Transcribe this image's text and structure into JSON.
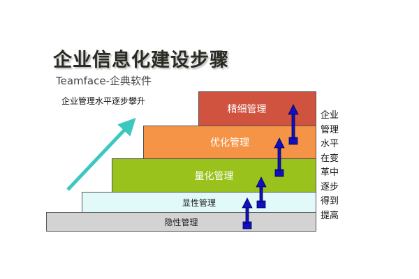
{
  "title": "企业信息化建设步骤",
  "subtitle": "Teamface-企典软件",
  "trend_label": "企业管理水平逐步攀升",
  "steps": [
    {
      "label": "隐性管理",
      "color": "#d3d3d3"
    },
    {
      "label": "显性管理",
      "color": "#e2f9f9"
    },
    {
      "label": "量化管理",
      "color": "#99c31c"
    },
    {
      "label": "优化管理",
      "color": "#f59447"
    },
    {
      "label": "精细管理",
      "color": "#d0533f"
    }
  ],
  "side_text": "企业管理水平在变革中逐步得到提高",
  "colors": {
    "arrow": "#1010c0",
    "trend_arrow": "#3cc8c0"
  }
}
